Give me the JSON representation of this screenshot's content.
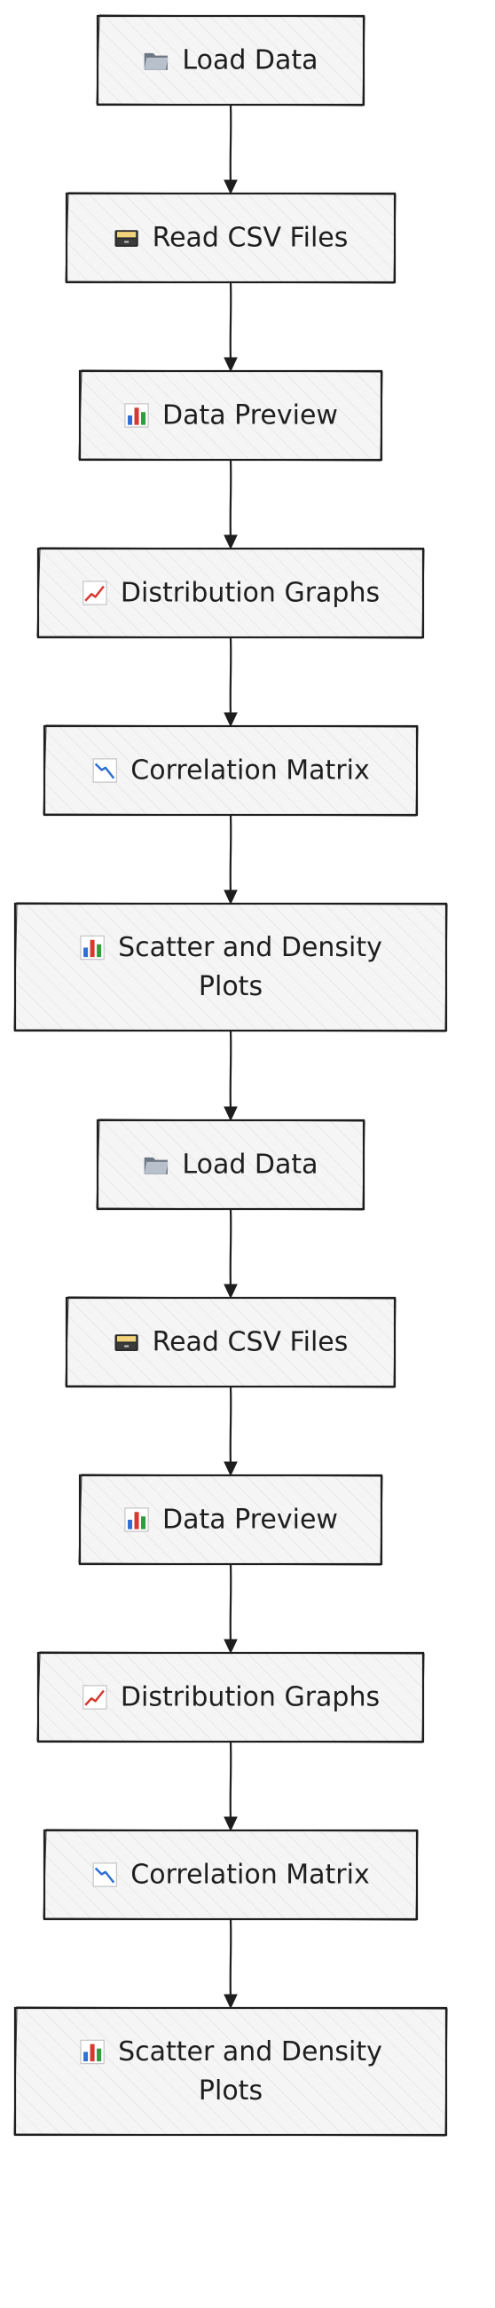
{
  "diagram": {
    "type": "flowchart",
    "direction": "top-to-bottom",
    "nodes": [
      {
        "id": "n1",
        "icon": "folder-icon",
        "label_lines": [
          "Load Data"
        ]
      },
      {
        "id": "n2",
        "icon": "file-cabinet-icon",
        "label_lines": [
          "Read CSV Files"
        ]
      },
      {
        "id": "n3",
        "icon": "bar-chart-icon",
        "label_lines": [
          "Data Preview"
        ]
      },
      {
        "id": "n4",
        "icon": "chart-up-icon",
        "label_lines": [
          "Distribution Graphs"
        ]
      },
      {
        "id": "n5",
        "icon": "chart-down-icon",
        "label_lines": [
          "Correlation Matrix"
        ]
      },
      {
        "id": "n6",
        "icon": "bar-chart-icon",
        "label_lines": [
          "Scatter and Density",
          "Plots"
        ]
      },
      {
        "id": "n7",
        "icon": "folder-icon",
        "label_lines": [
          "Load Data"
        ]
      },
      {
        "id": "n8",
        "icon": "file-cabinet-icon",
        "label_lines": [
          "Read CSV Files"
        ]
      },
      {
        "id": "n9",
        "icon": "bar-chart-icon",
        "label_lines": [
          "Data Preview"
        ]
      },
      {
        "id": "n10",
        "icon": "chart-up-icon",
        "label_lines": [
          "Distribution Graphs"
        ]
      },
      {
        "id": "n11",
        "icon": "chart-down-icon",
        "label_lines": [
          "Correlation Matrix"
        ]
      },
      {
        "id": "n12",
        "icon": "bar-chart-icon",
        "label_lines": [
          "Scatter and Density",
          "Plots"
        ]
      }
    ],
    "edges": [
      {
        "from": "n1",
        "to": "n2"
      },
      {
        "from": "n2",
        "to": "n3"
      },
      {
        "from": "n3",
        "to": "n4"
      },
      {
        "from": "n4",
        "to": "n5"
      },
      {
        "from": "n5",
        "to": "n6"
      },
      {
        "from": "n6",
        "to": "n7"
      },
      {
        "from": "n7",
        "to": "n8"
      },
      {
        "from": "n8",
        "to": "n9"
      },
      {
        "from": "n9",
        "to": "n10"
      },
      {
        "from": "n10",
        "to": "n11"
      },
      {
        "from": "n11",
        "to": "n12"
      }
    ]
  },
  "colors": {
    "stroke": "#1e1e1e",
    "node_fill": "#f5f5f5",
    "hatch": "#e2e2e2",
    "text": "#1e1e1e"
  }
}
